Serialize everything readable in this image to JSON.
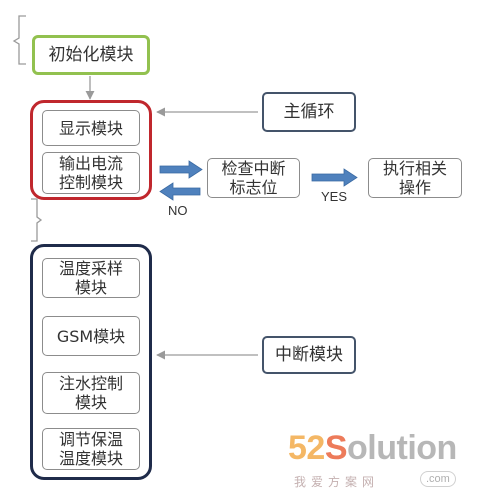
{
  "nodes": {
    "init": "初始化模块",
    "display": "显示模块",
    "output_control": [
      "输出电流",
      "控制模块"
    ],
    "main_loop": "主循环",
    "check_interrupt": [
      "检查中断",
      "标志位"
    ],
    "execute_action": [
      "执行相关",
      "操作"
    ],
    "temp_sampling": [
      "温度采样",
      "模块"
    ],
    "gsm": "GSM模块",
    "water_control": [
      "注水控制",
      "模块"
    ],
    "adjust_temp": [
      "调节保温",
      "温度模块"
    ],
    "interrupt_module": "中断模块"
  },
  "labels": {
    "no": "NO",
    "yes": "YES"
  },
  "watermark": {
    "num": "52",
    "s": "S",
    "rest": "olution",
    "cn": "我爱方案网",
    "dotcom": ".com"
  },
  "colors": {
    "init_border": "#92c14f",
    "main_loop_group_border": "#c0272d",
    "interrupt_group_border": "#1f2b4a",
    "node_border": "#8c8c8c",
    "label_box_border": "#44546a",
    "flow_arrow": "#4f81bd",
    "pointer_arrow": "#9a9a9a",
    "text": "#333333"
  }
}
